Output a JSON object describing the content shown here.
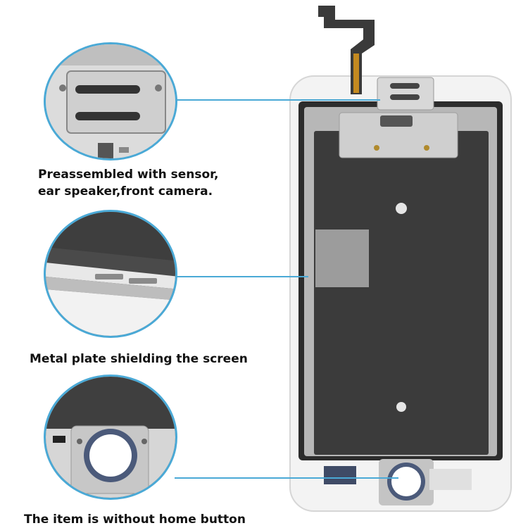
{
  "captions": {
    "sensor_line1": "Preassembled with sensor,",
    "sensor_line2": "ear speaker,front camera.",
    "metal_plate": "Metal plate shielding the screen",
    "home_button": "The item is without home button"
  },
  "colors": {
    "accent": "#4aa9d6",
    "plate": "#3a3a3a",
    "frame": "#f2f2f2",
    "bracket": "#c9c9c9"
  },
  "icons": [
    "flex-cable-icon",
    "ear-speaker-bracket-icon",
    "home-button-ring-icon"
  ]
}
